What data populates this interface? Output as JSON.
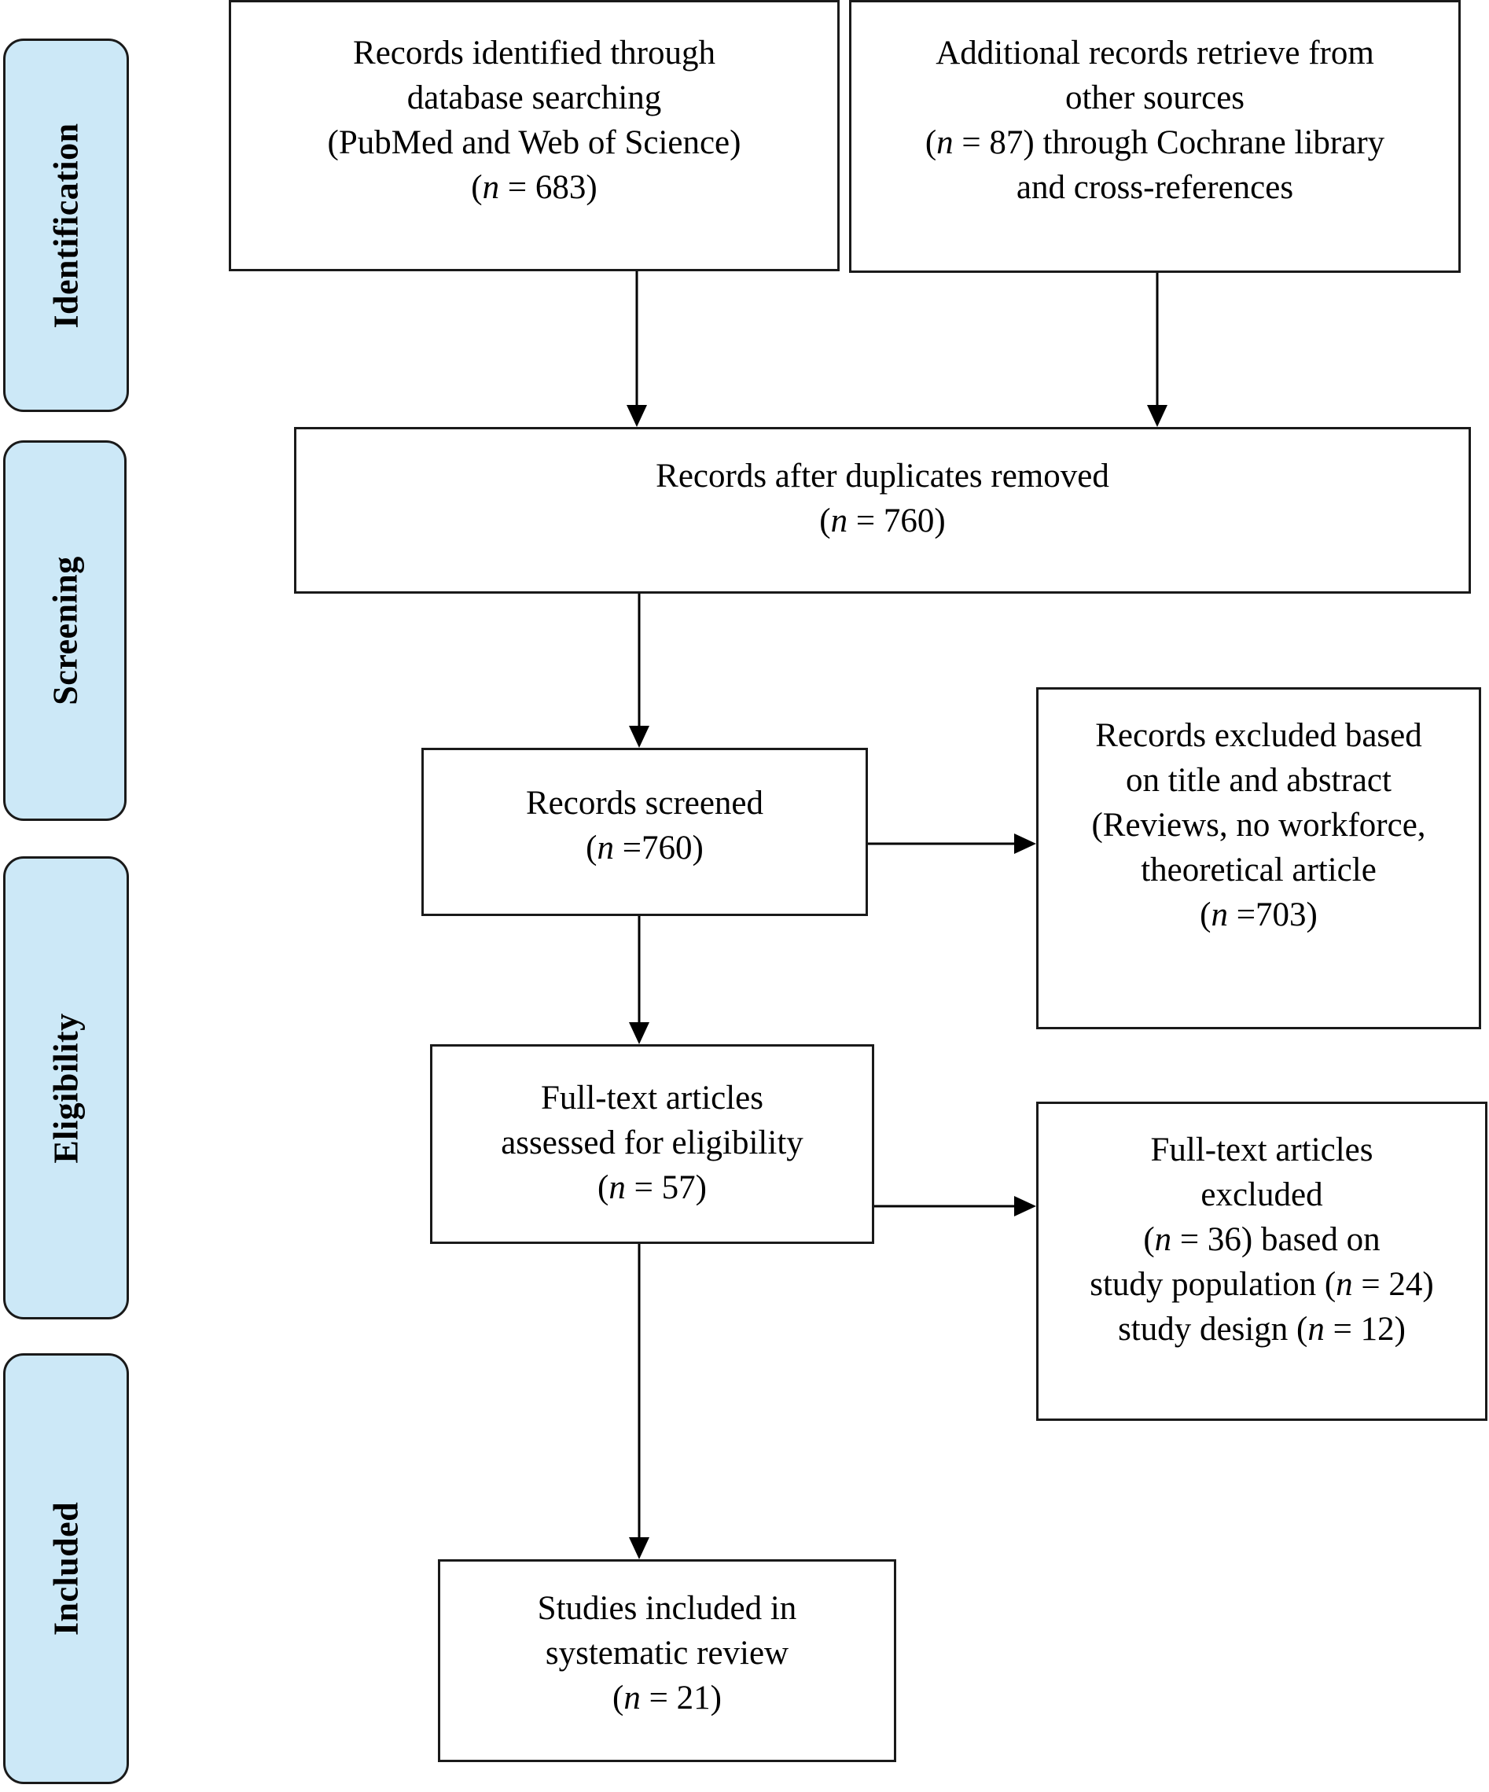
{
  "stages": {
    "identification": "Identification",
    "screening": "Screening",
    "eligibility": "Eligibility",
    "included": "Included"
  },
  "boxes": {
    "database": {
      "line1": "Records identified through",
      "line2": "database searching",
      "line3": "(PubMed and Web of Science)",
      "count_pre": "(",
      "count_n": "n",
      "count_post": " = 683)"
    },
    "additional": {
      "line1": "Additional records retrieve from",
      "line2": "other sources",
      "count_pre": "(",
      "count_n": "n",
      "count_post": " = 87) through Cochrane library",
      "line4": "and cross-references"
    },
    "duplicates": {
      "line1": "Records after duplicates removed",
      "count_pre": "(",
      "count_n": "n",
      "count_post": " = 760)"
    },
    "screened": {
      "line1": "Records screened",
      "count_pre": "(",
      "count_n": "n",
      "count_post": " =760)"
    },
    "excluded_title": {
      "line1": "Records excluded based",
      "line2": "on title and abstract",
      "line3": "(Reviews, no workforce,",
      "line4": "theoretical article",
      "count_pre": "(",
      "count_n": "n",
      "count_post": " =703)"
    },
    "fulltext": {
      "line1": "Full-text articles",
      "line2": "assessed for eligibility",
      "count_pre": "(",
      "count_n": "n",
      "count_post": " = 57)"
    },
    "fulltext_excluded": {
      "line1": "Full-text articles",
      "line2": "excluded",
      "count_pre": "(",
      "count_n": "n",
      "count_post": " = 36) based on",
      "pop_pre": "study population (",
      "pop_n": "n",
      "pop_post": " = 24)",
      "design_pre": "study design (",
      "design_n": "n",
      "design_post": " = 12)"
    },
    "included": {
      "line1": "Studies included in",
      "line2": "systematic review",
      "count_pre": "(",
      "count_n": "n",
      "count_post": " = 21)"
    }
  }
}
